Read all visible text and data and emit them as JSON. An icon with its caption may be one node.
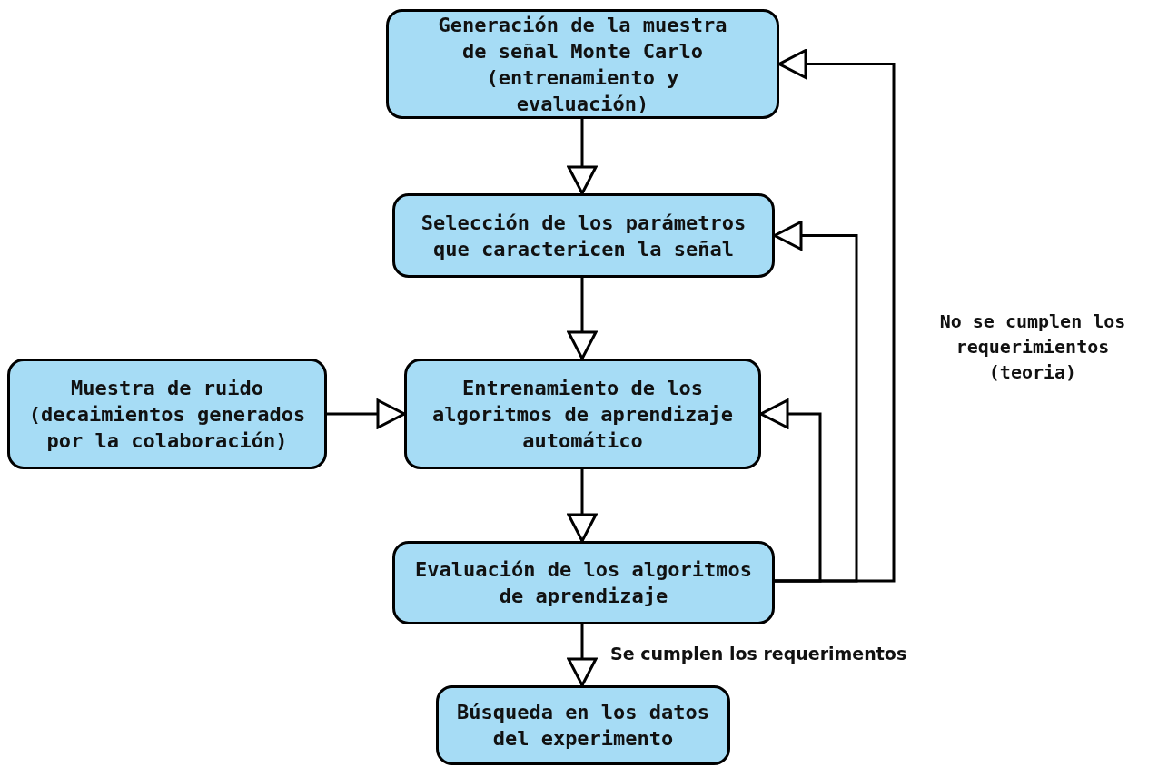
{
  "diagram": {
    "nodes": [
      {
        "text": [
          "Generación de la muestra de señal Monte Carlo (entrenamiento y evaluación)"
        ]
      },
      {
        "text": [
          "Selección de los parámetros que caractericen la señal"
        ]
      },
      {
        "text": [
          "Muestra de ruido (decaimientos generados por la colaboración)"
        ]
      },
      {
        "text": [
          "Entrenamiento de los algoritmos de aprendizaje automático"
        ]
      },
      {
        "text": [
          "Evaluación de los algoritmos de aprendizaje"
        ]
      },
      {
        "text": [
          "Búsqueda en los datos del experimento"
        ]
      }
    ],
    "edges": [
      {
        "from": 0,
        "to": 1,
        "arrow": "to"
      },
      {
        "from": 1,
        "to": 3,
        "arrow": "to"
      },
      {
        "from": 2,
        "to": 3,
        "arrow": "to"
      },
      {
        "from": 3,
        "to": 4,
        "arrow": "to"
      },
      {
        "from": 4,
        "to": 5,
        "arrow": "to",
        "label": "Se cumplen los requerimentos"
      },
      {
        "from": 4,
        "to": 3,
        "arrow": "to"
      },
      {
        "from": 4,
        "to": 1,
        "arrow": "to"
      },
      {
        "from": 4,
        "to": 0,
        "arrow": "to",
        "label": "No se cumplen los requerimientos (teoria)"
      }
    ]
  }
}
